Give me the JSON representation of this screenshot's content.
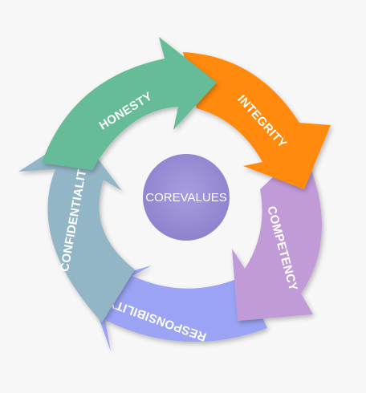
{
  "diagram": {
    "center": {
      "label": "COREVALUES",
      "color": "#9b8fd6"
    },
    "segments": [
      {
        "id": "honesty",
        "label": "HONESTY",
        "color": "#66bc98"
      },
      {
        "id": "integrity",
        "label": "INTEGRITY",
        "color": "#ff8a0e"
      },
      {
        "id": "competency",
        "label": "COMPETENCY",
        "color": "#c19ad8"
      },
      {
        "id": "responsibility",
        "label": "RESPONSIBILITY",
        "color": "#9aa3f4"
      },
      {
        "id": "confidentiality",
        "label": "CONFIDENTIALITY",
        "color": "#93b6c7"
      }
    ]
  }
}
